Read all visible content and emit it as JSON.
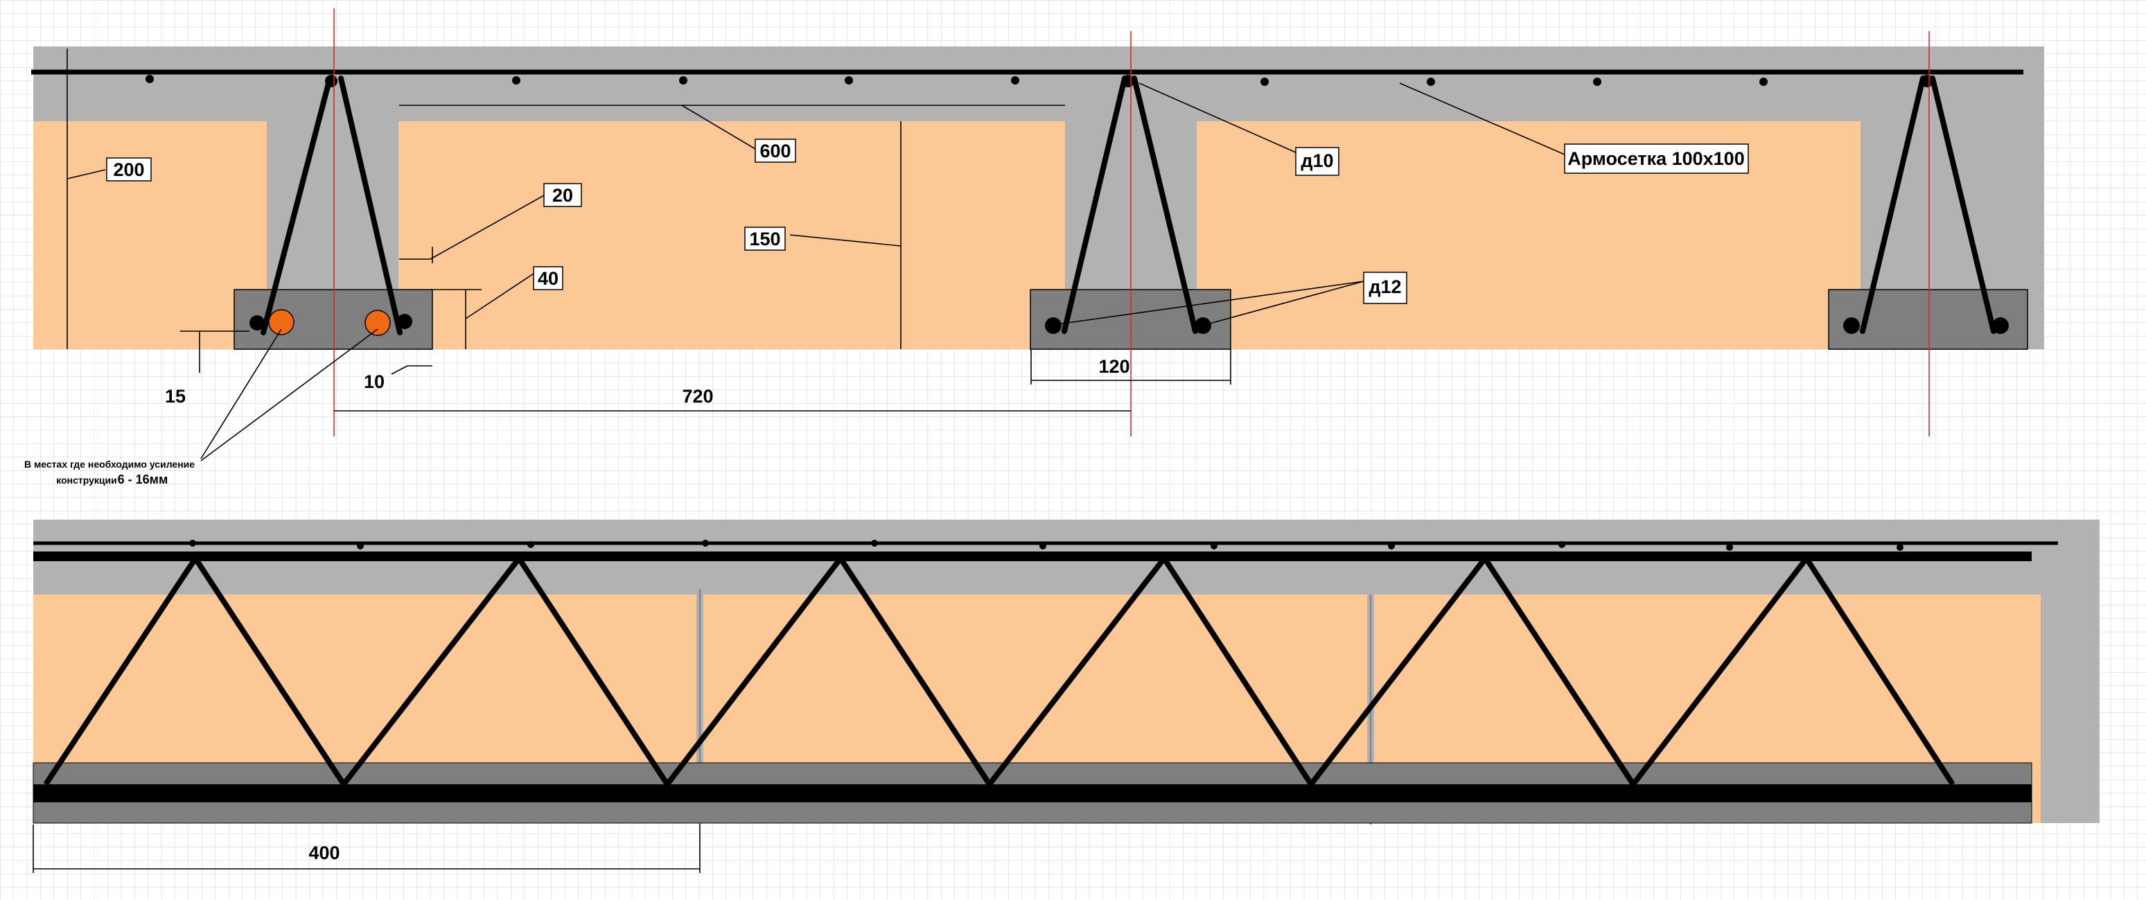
{
  "labels": {
    "h200": "200",
    "w600": "600",
    "gap20": "20",
    "h150": "150",
    "h40": "40",
    "d10": "д10",
    "mesh": "Армосетка 100х100",
    "d12": "д12",
    "c15": "15",
    "c10": "10",
    "span720": "720",
    "w120": "120",
    "note_line1": "В местах где необходимо усиление",
    "note_line2": "конструкции",
    "note_size": "6 - 16мм",
    "pitch400": "400"
  },
  "colors": {
    "background": "#ffffff",
    "grid": "#cfcfcf",
    "concrete": "#b2b2b2",
    "rib": "#7f7f7f",
    "block": "#fcc996",
    "steel": "#000000",
    "extra_rebar": "#f06a10",
    "axis": "#e02020"
  }
}
